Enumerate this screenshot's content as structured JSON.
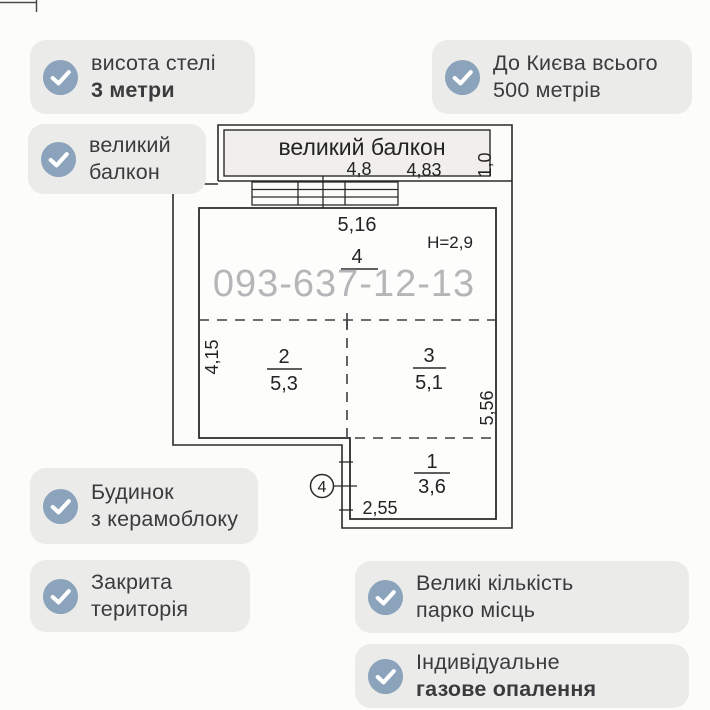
{
  "badges": {
    "ceiling": {
      "line1": "висота стелі",
      "line2": "3 метри"
    },
    "kyiv": {
      "line1": "До Києва всього",
      "line2": "500 метрів"
    },
    "balcony": {
      "line1": "великий",
      "line2": "балкон"
    },
    "house": {
      "line1": "Будинок",
      "line2": "з керамоблоку"
    },
    "territory": {
      "line1": "Закрита",
      "line2": "територія"
    },
    "parking": {
      "line1": "Великі кількість",
      "line2": "парко місць"
    },
    "heating": {
      "line1": "Індивідуальне",
      "line2": "газове опалення"
    }
  },
  "plan": {
    "balcony_label": "великий балкон",
    "phone": "093-637-12-13",
    "ceiling_height": "H=2,9",
    "dims": {
      "balcony_w1": "4,8",
      "balcony_w2": "4,83",
      "balcony_depth": "1,0",
      "room_top": "5,16",
      "left": "4,15",
      "right": "5,56",
      "bottom": "2,55"
    },
    "rooms": [
      {
        "num": "4"
      },
      {
        "num": "2",
        "area": "5,3"
      },
      {
        "num": "3",
        "area": "5,1"
      },
      {
        "num": "1",
        "area": "3,6"
      }
    ],
    "door_marker": "4"
  },
  "colors": {
    "check_circle": "#8ca3bc",
    "badge_background": "#ebebe9",
    "badge_text": "#3b3b3d",
    "wall_line": "#2b2b2b",
    "phone_watermark": "#b6b6b8",
    "balcony_fill": "#f0efec"
  }
}
